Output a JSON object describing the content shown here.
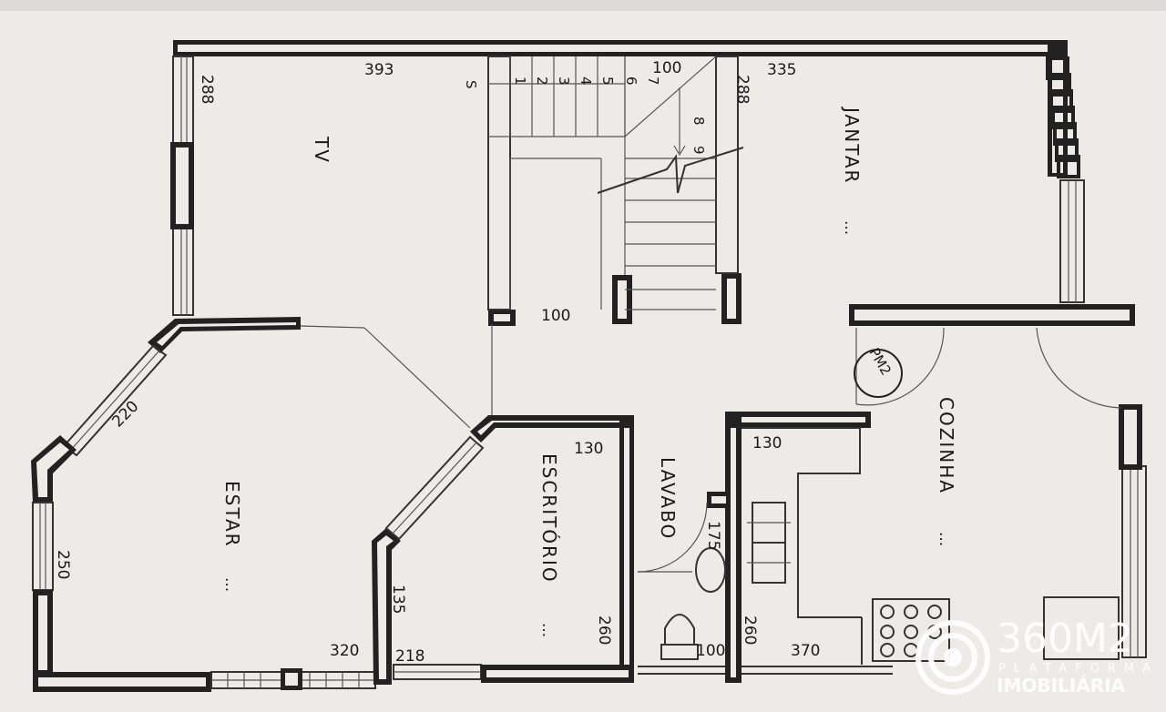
{
  "rooms": {
    "tv": "TV",
    "jantar": "JANTAR",
    "estar": "ESTAR",
    "escritorio": "ESCRITÓRIO",
    "lavabo": "LAVABO",
    "cozinha": "COZINHA"
  },
  "dimensions": {
    "top_left": "393",
    "stair_width": "100",
    "top_right": "335",
    "left_height": "288",
    "stair_height": "288",
    "landing": "100",
    "diagonal": "220",
    "estar_side": "250",
    "estar_bottom": "320",
    "escritorio_bottom": "218",
    "escritorio_top": "130",
    "escritorio_side": "135",
    "escritorio_right": "260",
    "kitchen_top": "130",
    "lavabo_side": "175",
    "lavabo_bottom": "100",
    "kitchen_left": "260",
    "kitchen_bottom": "370"
  },
  "stairs": {
    "direction": "S",
    "steps": [
      "1",
      "2",
      "3",
      "4",
      "5",
      "6",
      "7",
      "8",
      "9"
    ]
  },
  "tags": {
    "door_tag": "PM2",
    "suffix": "..."
  },
  "brand": {
    "name": "360M2",
    "subtitle": "PLATAFORMA",
    "tagline": "IMOBILIÁRIA"
  }
}
